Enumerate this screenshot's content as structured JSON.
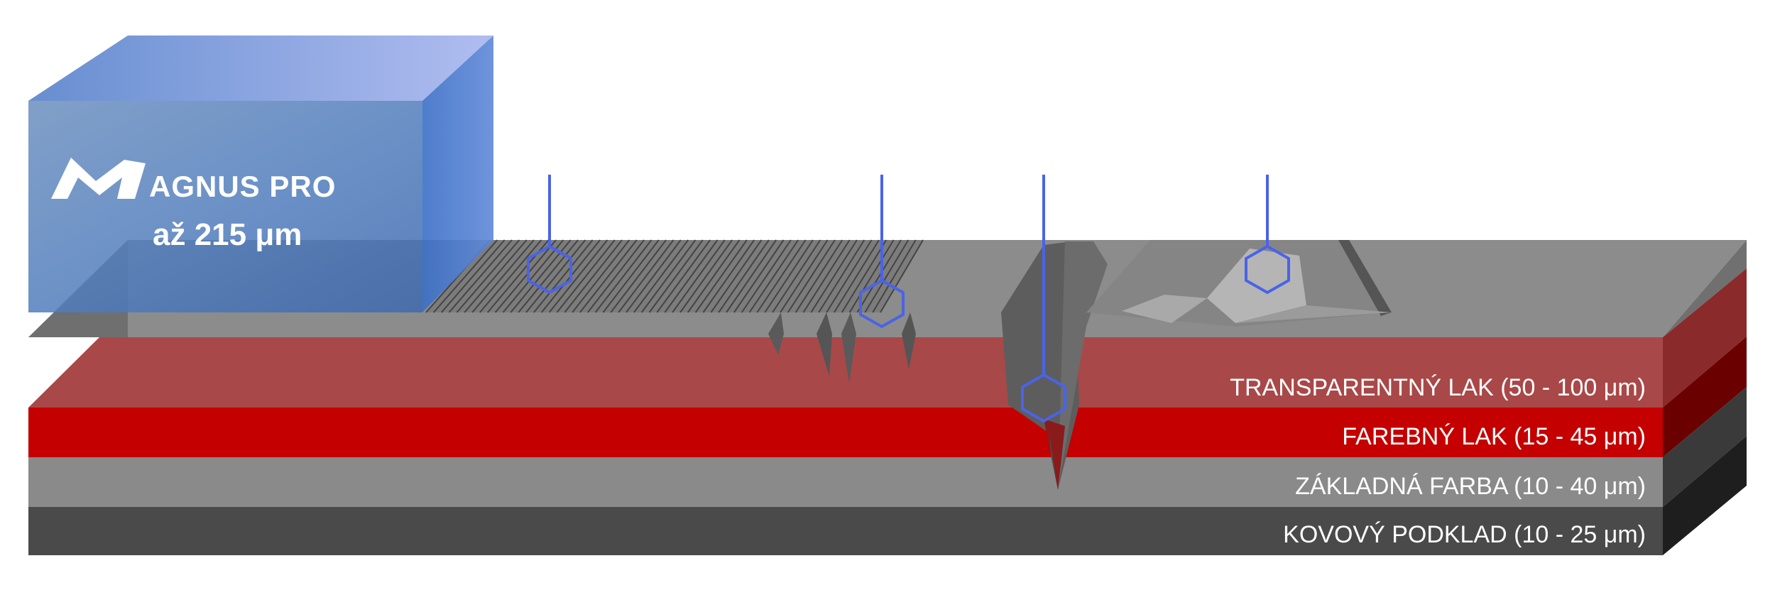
{
  "brand": {
    "logo_text": "AGNUS PRO",
    "thickness_label": "až 215 μm"
  },
  "layers": [
    {
      "key": "clearcoat",
      "label": "TRANSPARENTNÝ LAK (50 - 100 μm)",
      "color": "#a94848"
    },
    {
      "key": "basecoat",
      "label": "FAREBNÝ LAK (15 - 45 μm)",
      "color": "#c40000"
    },
    {
      "key": "primer",
      "label": "ZÁKLADNÁ FARBA (10 - 40 μm)",
      "color": "#8a8a8a"
    },
    {
      "key": "metal",
      "label": "KOVOVÝ PODKLAD (10 - 25 μm)",
      "color": "#4a4a4a"
    }
  ],
  "colors": {
    "marker": "#4a63e8",
    "surface_top": "#8c8c8c",
    "surface_side": "#6f6f6f",
    "box_blue": "#4f7fc8"
  }
}
